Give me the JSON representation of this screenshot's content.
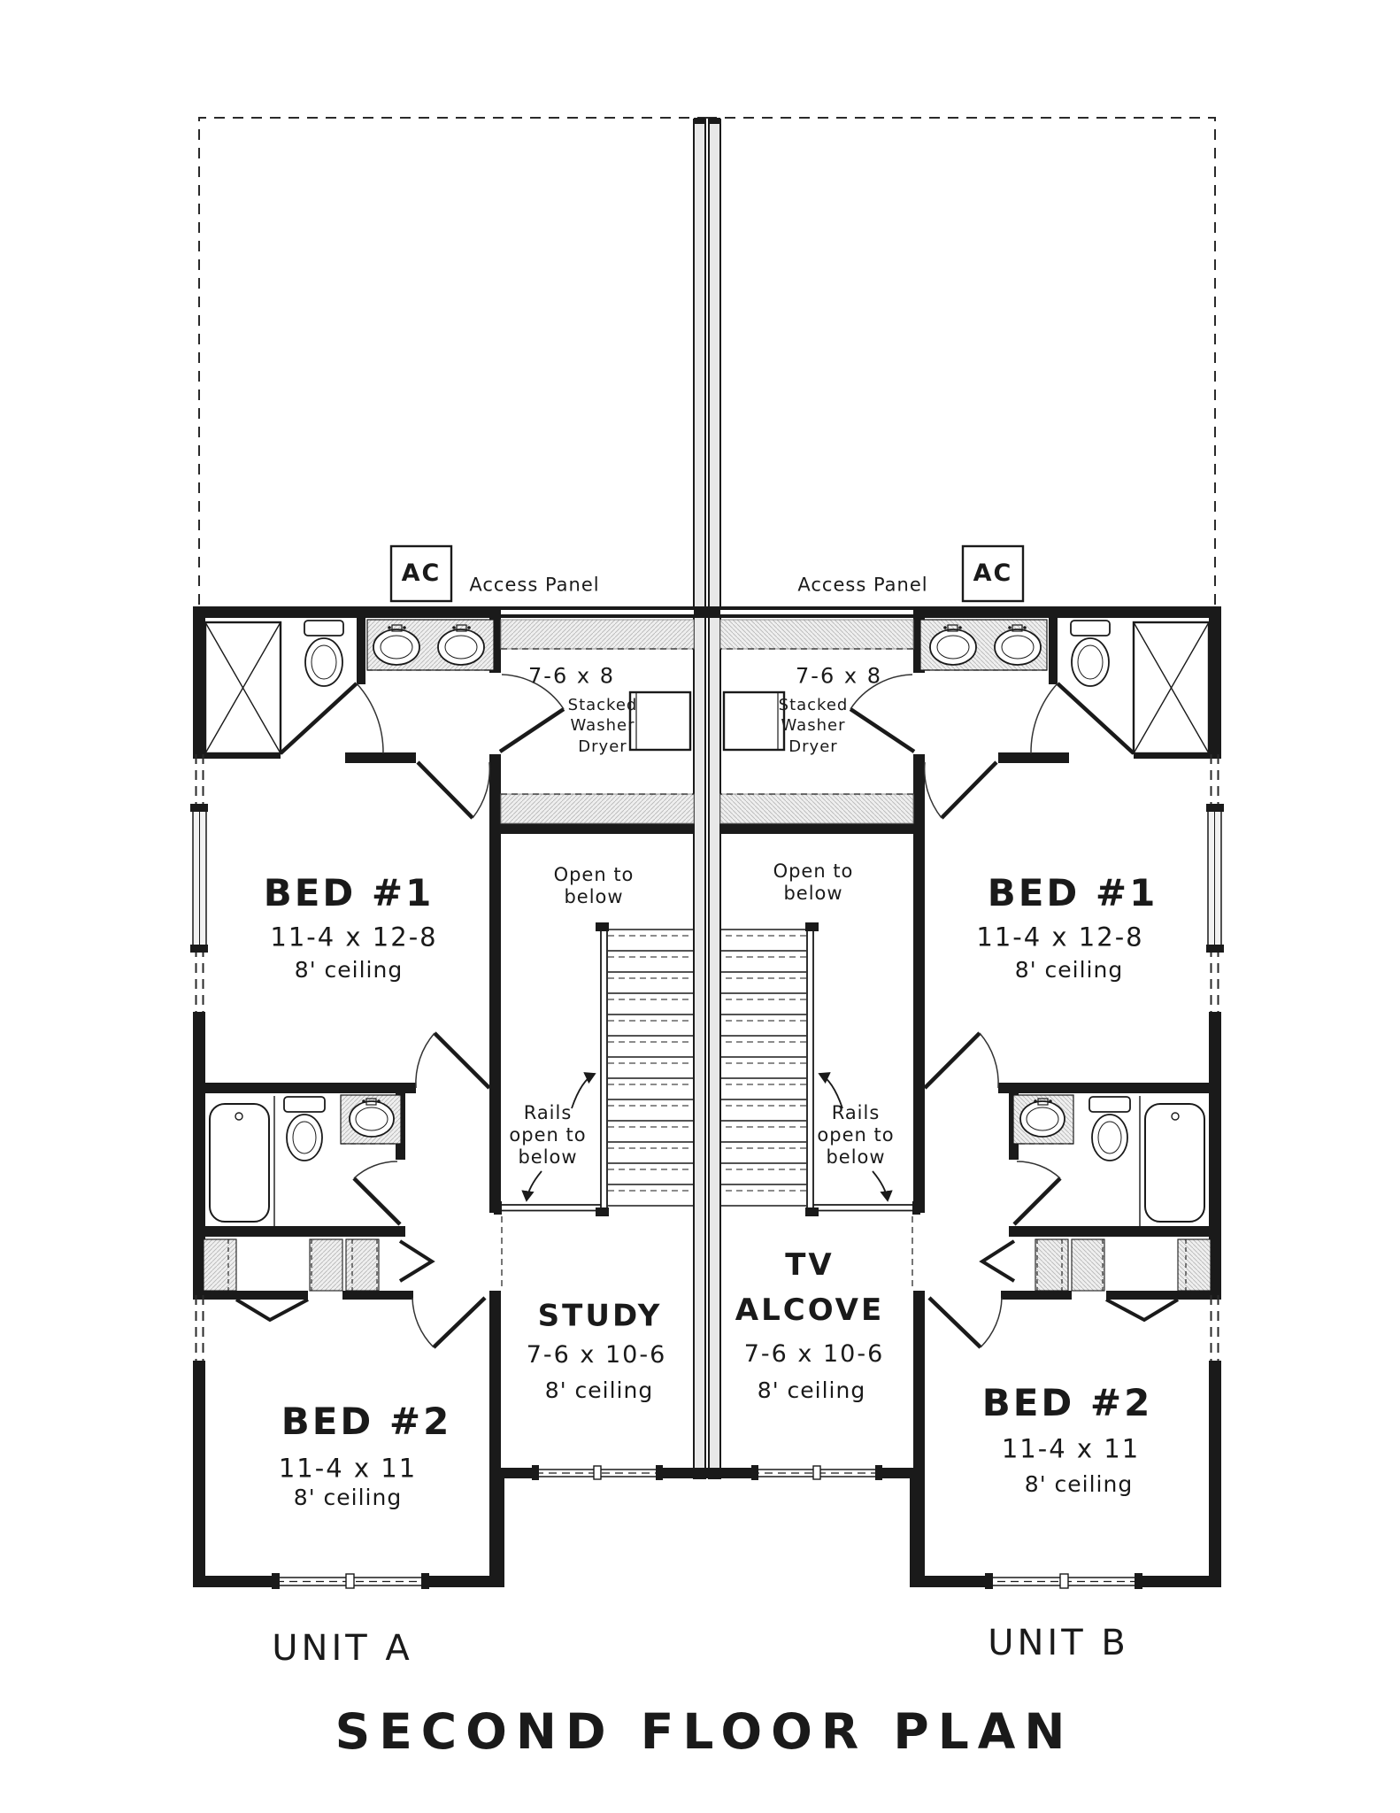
{
  "page": {
    "title": "SECOND FLOOR PLAN"
  },
  "units": {
    "a": "UNIT A",
    "b": "UNIT B"
  },
  "labels": {
    "ac": "AC",
    "access_panel": "Access Panel",
    "attic_room_dim": "7-6 x 8",
    "washer_dryer": "Stacked Washer Dryer",
    "open_to_below": "Open to below",
    "rails_open_to_below": "Rails open to below"
  },
  "rooms": {
    "bed1": {
      "name": "BED #1",
      "dims": "11-4 x 12-8",
      "ceiling": "8' ceiling"
    },
    "bed2": {
      "name": "BED #2",
      "dims": "11-4 x 11",
      "ceiling": "8' ceiling"
    },
    "study": {
      "name": "STUDY",
      "dims": "7-6 x 10-6",
      "ceiling": "8' ceiling"
    },
    "tv_alcove": {
      "name": "TV ALCOVE",
      "dims": "7-6 x 10-6",
      "ceiling": "8' ceiling"
    }
  },
  "colors": {
    "ink": "#1a1a1a",
    "wall_fill": "#e8e8e8",
    "hatch_line": "#b5b5b5"
  }
}
